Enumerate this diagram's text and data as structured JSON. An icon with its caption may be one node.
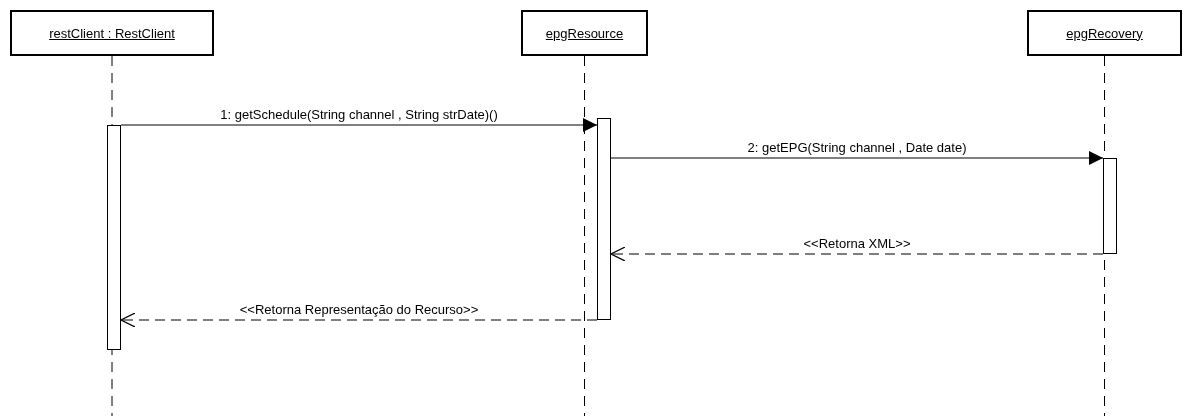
{
  "diagram": {
    "nodes": [
      {
        "text": [
          "restClient : RestClient"
        ]
      },
      {
        "text": [
          "epgResource"
        ]
      },
      {
        "text": [
          "epgRecovery"
        ]
      },
      {
        "text": [],
        "shape": "bar"
      },
      {
        "text": [],
        "shape": "bar"
      },
      {
        "text": [],
        "shape": "bar"
      }
    ],
    "edges": [
      {
        "from": 3,
        "to": 4,
        "arrow": "to",
        "label": "1: getSchedule(String channel , String strDate)()"
      },
      {
        "from": 4,
        "to": 5,
        "arrow": "to",
        "label": "2: getEPG(String channel , Date date)"
      },
      {
        "from": 5,
        "to": 4,
        "arrow": "to",
        "style": "dashed",
        "label": "<<Retorna XML>>"
      },
      {
        "from": 4,
        "to": 3,
        "arrow": "to",
        "style": "dashed",
        "label": "<<Retorna Representação do Recurso>>"
      }
    ]
  }
}
